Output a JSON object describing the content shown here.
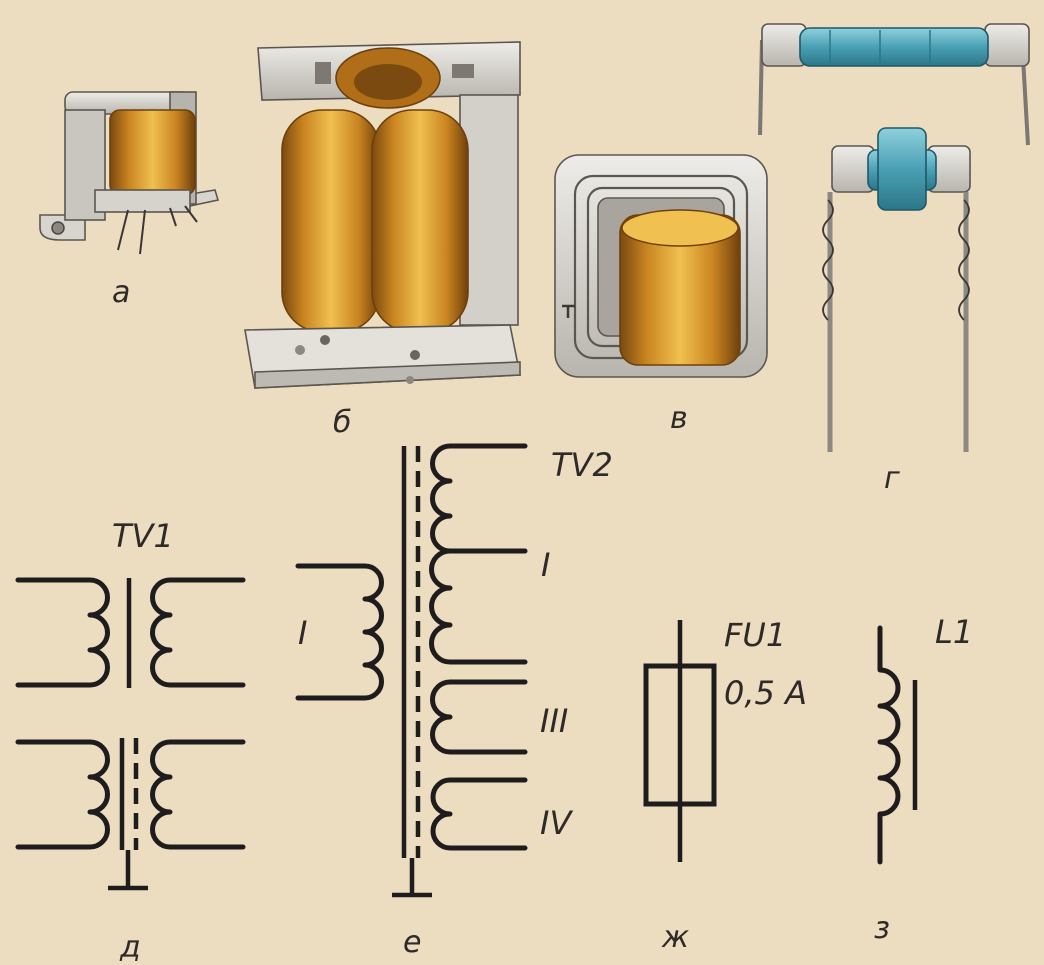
{
  "figure": {
    "panel_labels": {
      "a": "а",
      "b": "б",
      "v": "в",
      "g": "г",
      "d": "д",
      "e": "е",
      "zh": "ж",
      "z": "з"
    },
    "schematics": {
      "tv1": {
        "designation": "TV1"
      },
      "tv2": {
        "designation": "TV2",
        "primary_label": "I",
        "winding_labels": [
          "I",
          "III",
          "IV"
        ]
      },
      "fuse": {
        "designation": "FU1",
        "rating": "0,5 A"
      },
      "inductor": {
        "designation": "L1"
      }
    },
    "colors": {
      "paper": "#ecdcc0",
      "ink": "#1e1c1c",
      "winding_orange": "#d18b22",
      "frame_gray": "#cfccc6",
      "wire_blue": "#4aa0b4"
    }
  }
}
